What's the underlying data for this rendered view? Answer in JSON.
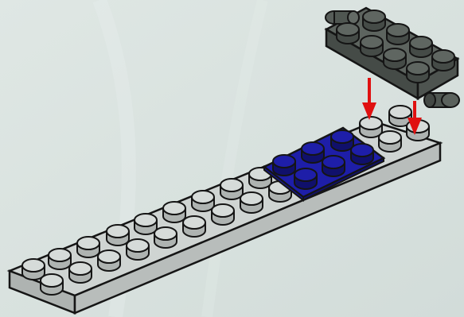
{
  "step_view": {
    "background_color": "#d8e2df",
    "colors": {
      "light_gray_top": "#cfd4d2",
      "light_gray_front": "#aeb3b1",
      "light_gray_stud_top": "#d6dbd9",
      "blue_top": "#1e1ea8",
      "blue_front": "#10106b",
      "dark_gray_top": "#5d645f",
      "dark_gray_front": "#454b47",
      "arrow": "#e01010",
      "outline": "#151515"
    },
    "parts": [
      {
        "name": "light-gray-plate",
        "studs_wide": 2,
        "studs_long": 12
      },
      {
        "name": "blue-plate",
        "studs_wide": 2,
        "studs_long": 3
      },
      {
        "name": "dark-gray-plate-with-pins",
        "studs_wide": 2,
        "studs_long": 4
      }
    ],
    "arrow_count": 2
  }
}
